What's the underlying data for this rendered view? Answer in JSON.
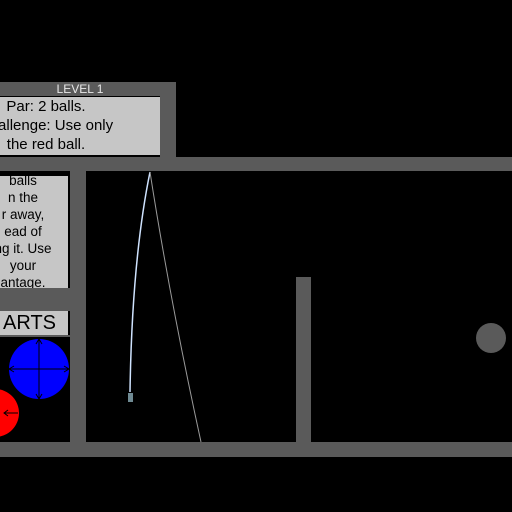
{
  "level": {
    "label": "LEVEL 1"
  },
  "challenge": {
    "line1": "Par: 2 balls.",
    "line2": "Challenge: Use only",
    "line3": "the red ball."
  },
  "hint": {
    "lines": [
      "balls",
      "n the",
      "r away,",
      "ead of",
      "ng it. Use",
      "your",
      "antage."
    ]
  },
  "parts": {
    "label": "ARTS"
  },
  "colors": {
    "background": "#000000",
    "wall": "#5a5a5a",
    "panel": "#c6c6c6",
    "blue_ball": "#0000ff",
    "red_ball": "#ff0000",
    "target": "#5a5a5a",
    "rope": "#cfe3ff"
  },
  "icons": {
    "crosshair": "crosshair-icon",
    "arrow": "arrow-left-icon"
  }
}
